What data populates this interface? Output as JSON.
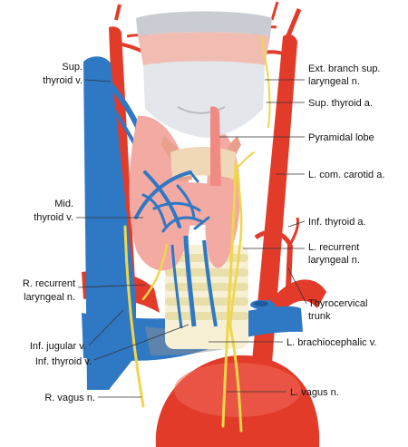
{
  "labels": {
    "sup_thyroid_v_1": "Sup.",
    "sup_thyroid_v_2": "thyroid v.",
    "mid_thyroid_v_1": "Mid.",
    "mid_thyroid_v_2": "thyroid v.",
    "r_recurrent_1": "R. recurrent",
    "r_recurrent_2": "laryngeal n.",
    "inf_jugular_v": "Inf. jugular v.",
    "inf_thyroid_v": "Inf. thyroid v.",
    "r_vagus_n": "R. vagus n.",
    "ext_branch_1": "Ext. branch sup.",
    "ext_branch_2": "laryngeal n.",
    "sup_thyroid_a": "Sup. thyroid a.",
    "pyramidal_lobe": "Pyramidal lobe",
    "l_com_carotid_a": "L. com. carotid a.",
    "inf_thyroid_a": "Inf. thyroid a.",
    "l_recurrent_1": "L. recurrent",
    "l_recurrent_2": "laryngeal n.",
    "thyrocervical_1": "Thyrocervical",
    "thyrocervical_2": "trunk",
    "l_brachiocephalic_v": "L. brachiocephalic v.",
    "l_vagus_n": "L. vagus n."
  },
  "colors": {
    "artery": "#e23b2a",
    "vein": "#2f78c4",
    "nerve": "#f0d64a",
    "thyroid": "#f3aaa3",
    "cartilage": "#d9dde3",
    "trachea_ring": "#f1e8b8"
  }
}
